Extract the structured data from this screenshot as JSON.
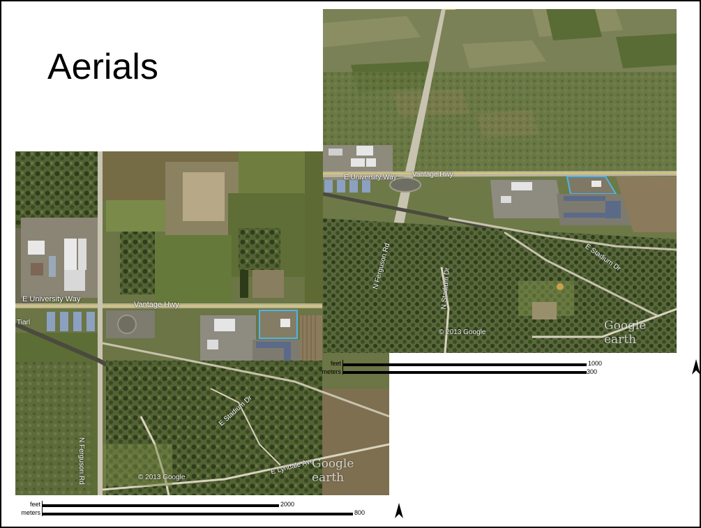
{
  "slide": {
    "title": "Aerials"
  },
  "aerial_top": {
    "copyright": "© 2013 Google",
    "watermark": "Google earth",
    "roads": {
      "e_university_way": "E University Way",
      "vantage_hwy": "Vantage Hwy",
      "n_ferguson_rd": "N Ferguson Rd",
      "e_tiarl": "Tiarl",
      "e_stadium": "E Stadium Dr",
      "e_lincoln": "E Lyndale Ave"
    },
    "scale": {
      "feet_label": "feet",
      "feet_value": "2000",
      "meters_label": "meters",
      "meters_value": "800"
    }
  },
  "aerial_oblique": {
    "copyright": "© 2013 Google",
    "watermark": "Google earth",
    "roads": {
      "ferguson": "N Ferguson Rd",
      "stadium": "N Stadium Dr",
      "lincoln": "E Stadium Dr",
      "vantage": "Vantage Hwy",
      "university": "E University Way"
    },
    "scale": {
      "feet_label": "feet",
      "feet_value": "1000",
      "meters_label": "meters",
      "meters_value": "300"
    }
  },
  "icons": {
    "north_arrow": "north-arrow-icon"
  }
}
